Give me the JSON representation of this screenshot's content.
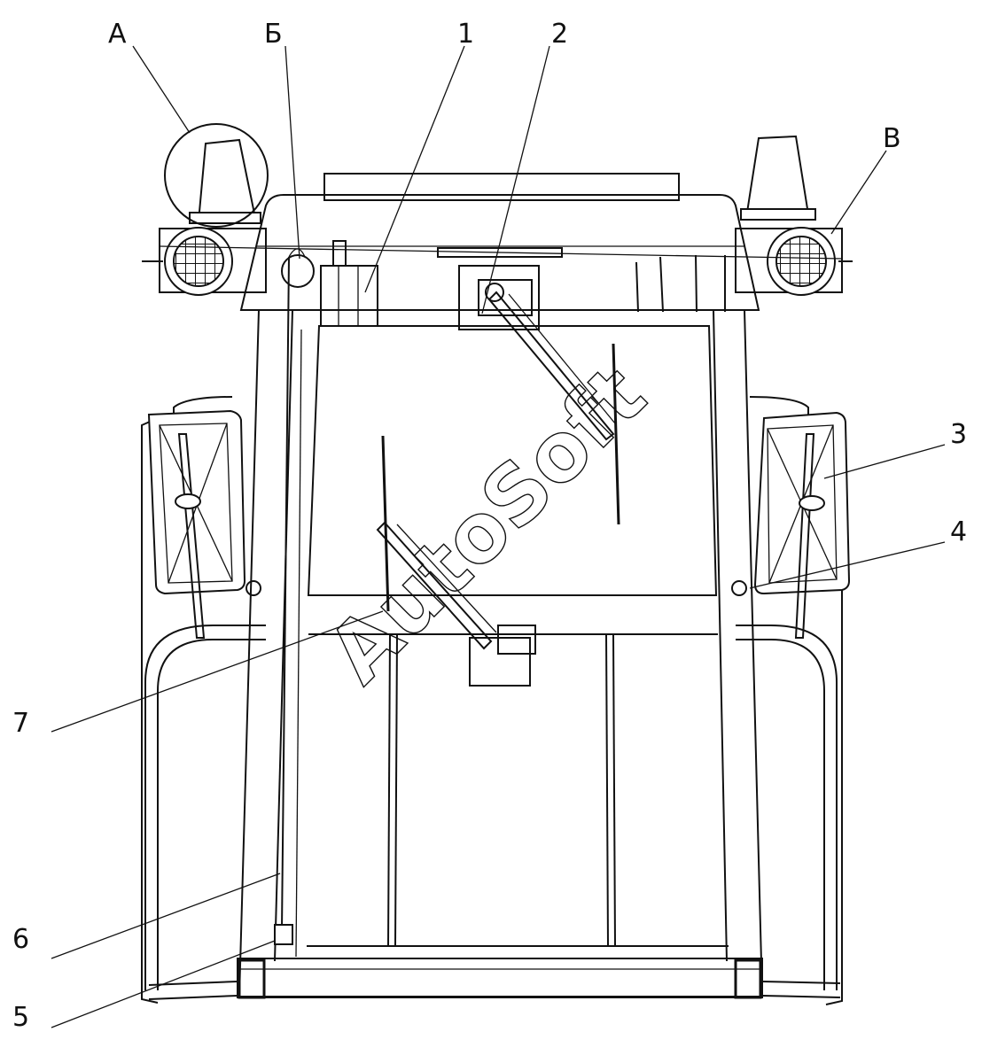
{
  "labels": {
    "A": "А",
    "B": "Б",
    "V": "В",
    "n1": "1",
    "n2": "2",
    "n3": "3",
    "n4": "4",
    "n5": "5",
    "n6": "6",
    "n7": "7"
  },
  "watermark": "AutoSoft"
}
